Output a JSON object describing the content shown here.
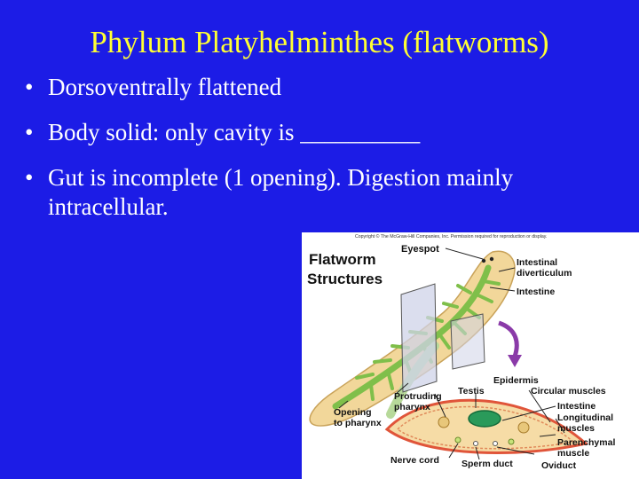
{
  "slide": {
    "title": "Phylum Platyhelminthes (flatworms)",
    "bullets": [
      "Dorsoventrally flattened",
      "Body solid: only cavity is __________",
      "Gut is incomplete (1 opening). Digestion mainly intracellular."
    ],
    "bullet_glyph": "•"
  },
  "figure": {
    "copyright": "Copyright © The McGraw-Hill Companies, Inc. Permission required for reproduction or display.",
    "title_line1": "Flatworm",
    "title_line2": "Structures",
    "labels": {
      "eyespot": "Eyespot",
      "intestinal_diverticulum_1": "Intestinal",
      "intestinal_diverticulum_2": "diverticulum",
      "intestine_top": "Intestine",
      "epidermis": "Epidermis",
      "testis": "Testis",
      "circular_muscles": "Circular muscles",
      "protruding_pharynx_1": "Protruding",
      "protruding_pharynx_2": "pharynx",
      "intestine_bottom": "Intestine",
      "longitudinal_muscles_1": "Longitudinal",
      "longitudinal_muscles_2": "muscles",
      "opening_to_pharynx_1": "Opening",
      "opening_to_pharynx_2": "to pharynx",
      "parenchymal_muscle_1": "Parenchymal",
      "parenchymal_muscle_2": "muscle",
      "nerve_cord": "Nerve cord",
      "sperm_duct": "Sperm duct",
      "oviduct": "Oviduct"
    },
    "colors": {
      "background": "#1c1ce6",
      "title": "#ffff33",
      "text": "#ffffff",
      "worm_body": "#f2d79a",
      "intestine": "#7fbf4a",
      "epidermis": "#e0553a",
      "arrow": "#8a3aa8"
    }
  }
}
